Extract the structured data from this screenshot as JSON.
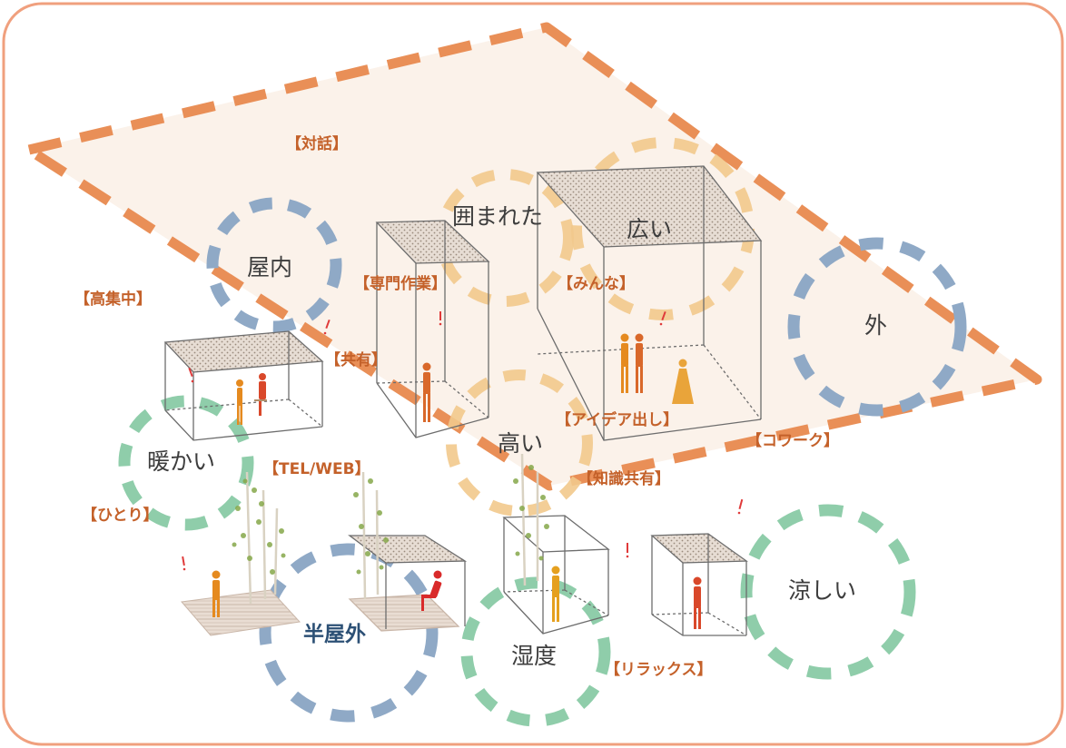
{
  "colors": {
    "frame": "#f0a07e",
    "zone_fill": "#fbf2ea",
    "zone_dash": "#e98f57",
    "blue_ring": "#8fa9c6",
    "green_ring": "#8fcdaa",
    "yellow_ring": "#f2c98c",
    "activity_text": "#c4612a",
    "concept_text": "#3d3d3d",
    "accent_blue_text": "#2c5075",
    "person_orange": "#e58a1f",
    "person_red": "#d9482a",
    "exclaim": "#e03a3a"
  },
  "activities": {
    "dialogue": "【対話】",
    "high_focus": "【高集中】",
    "specialist_work": "【専門作業】",
    "everyone": "【みんな】",
    "sharing": "【共有】",
    "idea_generation": "【アイデア出し】",
    "cowork": "【コワーク】",
    "tel_web": "【TEL/WEB】",
    "knowledge_sharing": "【知識共有】",
    "alone": "【ひとり】",
    "relax": "【リラックス】"
  },
  "concepts": {
    "indoor": "屋内",
    "enclosed": "囲まれた",
    "spacious": "広い",
    "outside": "外",
    "warm": "暖かい",
    "high": "高い",
    "semi_outdoor": "半屋外",
    "humidity": "湿度",
    "cool": "涼しい"
  }
}
